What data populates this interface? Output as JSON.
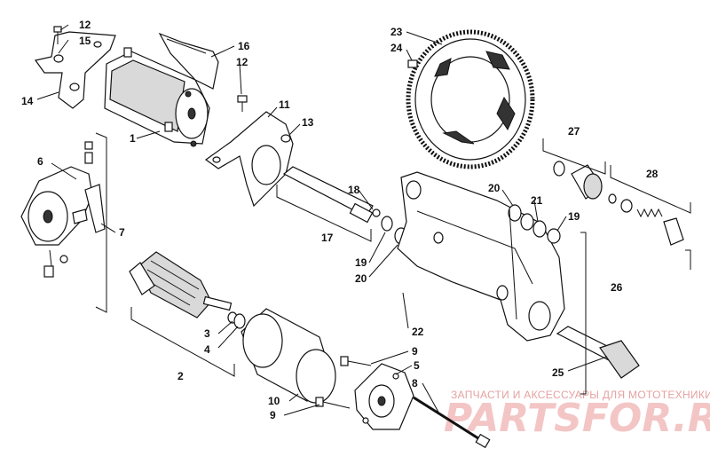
{
  "watermark": {
    "tagline": "ЗАПЧАСТИ И АКСЕССУАРЫ ДЛЯ МОТОТЕХНИКИ",
    "brand": "PARTSFOR.RU"
  },
  "callouts": [
    {
      "id": "c12a",
      "text": "12"
    },
    {
      "id": "c15",
      "text": "15"
    },
    {
      "id": "c14",
      "text": "14"
    },
    {
      "id": "c16",
      "text": "16"
    },
    {
      "id": "c12b",
      "text": "12"
    },
    {
      "id": "c1",
      "text": "1"
    },
    {
      "id": "c11",
      "text": "11"
    },
    {
      "id": "c13",
      "text": "13"
    },
    {
      "id": "c23",
      "text": "23"
    },
    {
      "id": "c24",
      "text": "24"
    },
    {
      "id": "c6",
      "text": "6"
    },
    {
      "id": "c7",
      "text": "7"
    },
    {
      "id": "c18",
      "text": "18"
    },
    {
      "id": "c17",
      "text": "17"
    },
    {
      "id": "c19a",
      "text": "19"
    },
    {
      "id": "c20a",
      "text": "20"
    },
    {
      "id": "c20b",
      "text": "20"
    },
    {
      "id": "c21",
      "text": "21"
    },
    {
      "id": "c19b",
      "text": "19"
    },
    {
      "id": "c27",
      "text": "27"
    },
    {
      "id": "c28",
      "text": "28"
    },
    {
      "id": "c26",
      "text": "26"
    },
    {
      "id": "c22",
      "text": "22"
    },
    {
      "id": "c3",
      "text": "3"
    },
    {
      "id": "c4",
      "text": "4"
    },
    {
      "id": "c2",
      "text": "2"
    },
    {
      "id": "c9a",
      "text": "9"
    },
    {
      "id": "c5",
      "text": "5"
    },
    {
      "id": "c8",
      "text": "8"
    },
    {
      "id": "c10",
      "text": "10"
    },
    {
      "id": "c9b",
      "text": "9"
    },
    {
      "id": "c25",
      "text": "25"
    }
  ]
}
